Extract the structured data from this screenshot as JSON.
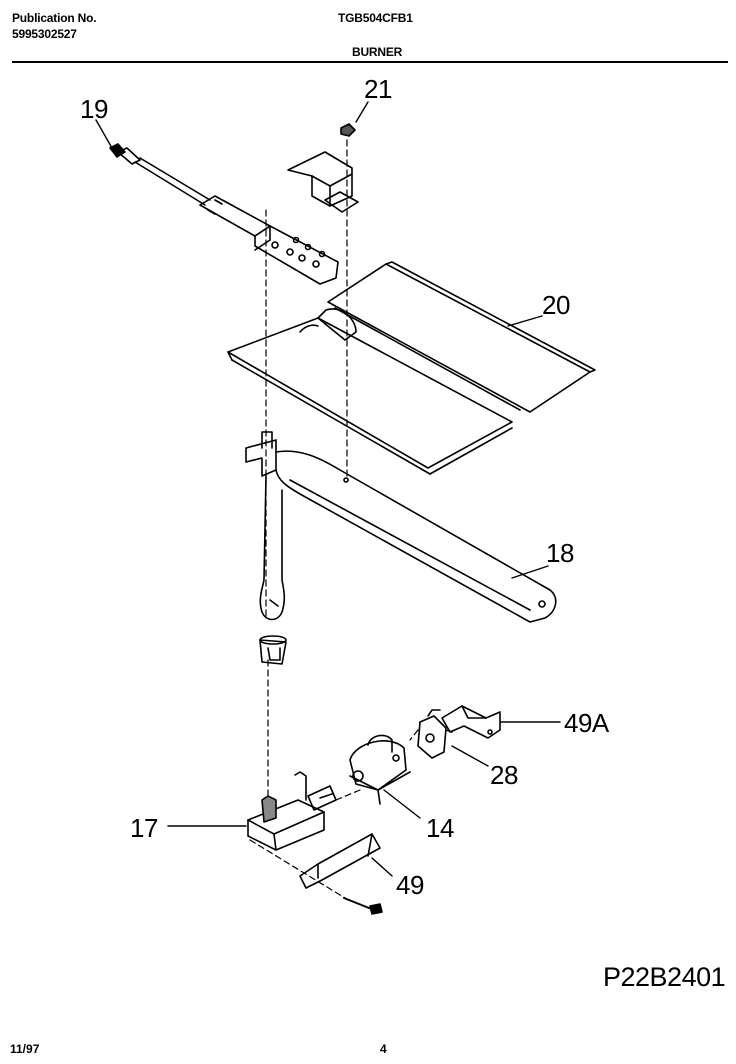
{
  "header": {
    "publication_label": "Publication No.",
    "publication_number": "5995302527",
    "model": "TGB504CFB1",
    "section": "BURNER"
  },
  "footer": {
    "date": "11/97",
    "page": "4",
    "figure_id": "P22B2401"
  },
  "callouts": {
    "c19": "19",
    "c21": "21",
    "c20": "20",
    "c18": "18",
    "c49a": "49A",
    "c28": "28",
    "c17": "17",
    "c14": "14",
    "c49": "49"
  }
}
